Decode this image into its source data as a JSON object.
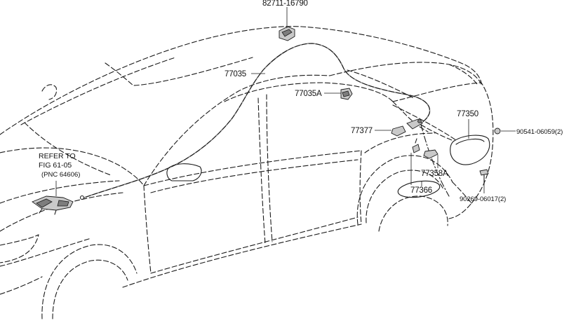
{
  "diagram": {
    "callouts": {
      "roof_clip": "82711-16790",
      "cable": "77035",
      "cable_clip": "77035A",
      "lid_lock": "77377",
      "fuel_lid": "77350",
      "screw_top": "90541-06059(2)",
      "part_77358A": "77358A",
      "part_77366": "77366",
      "screw_bottom": "90269-06017(2)"
    },
    "reference_note": {
      "line1": "REFER TO",
      "line2": "FIG 61-05",
      "line3": "(PNC  64606)"
    }
  }
}
